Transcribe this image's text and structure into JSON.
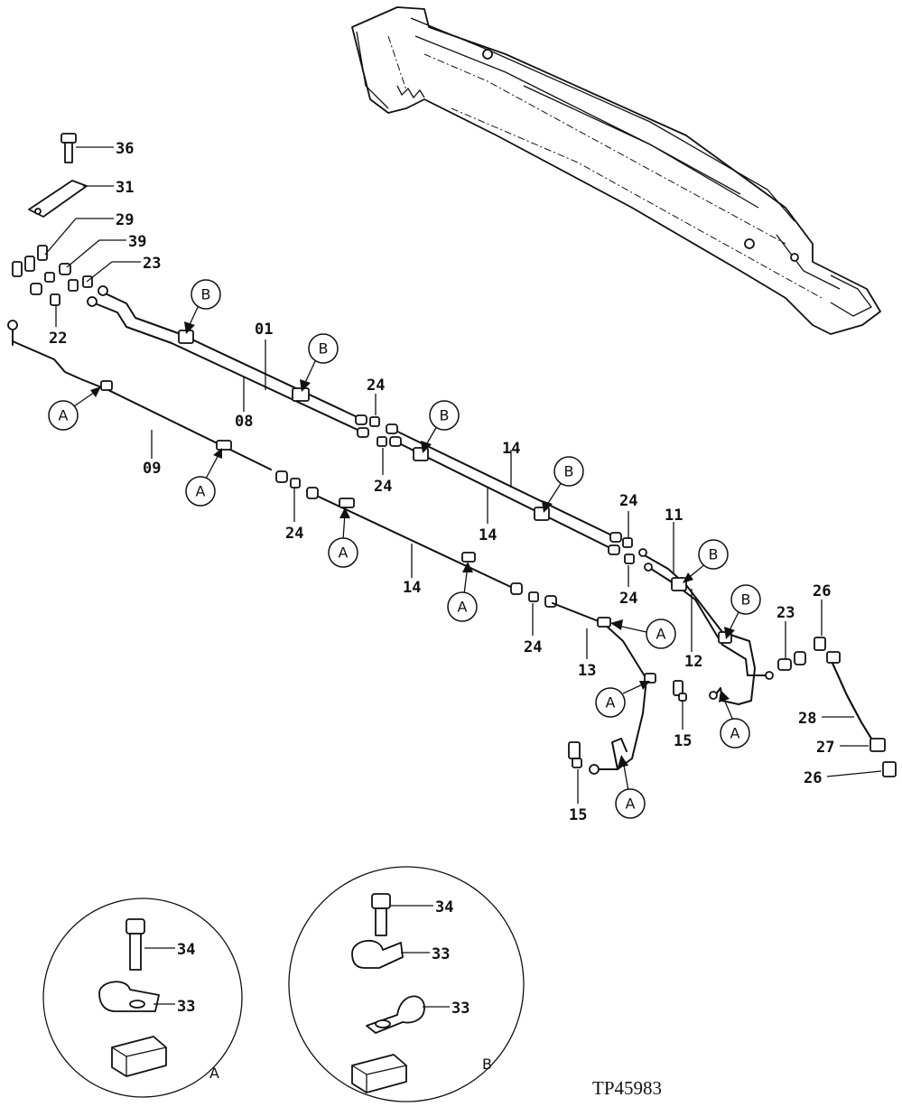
{
  "labels": {
    "p36": "36",
    "p31": "31",
    "p29": "29",
    "p39": "39",
    "p23a": "23",
    "p22": "22",
    "p01": "01",
    "p08": "08",
    "p09": "09",
    "p24a": "24",
    "p24b": "24",
    "p24c": "24",
    "p24d": "24",
    "p24e": "24",
    "p24f": "24",
    "p14a": "14",
    "p14b": "14",
    "p14c": "14",
    "p11": "11",
    "p12": "12",
    "p13": "13",
    "p15a": "15",
    "p15b": "15",
    "p23b": "23",
    "p26a": "26",
    "p26b": "26",
    "p28": "28",
    "p27": "27",
    "d34a": "34",
    "d33a": "33",
    "d34b": "34",
    "d33b": "33",
    "d33c": "33"
  },
  "callouts": {
    "A": "A",
    "B": "B"
  },
  "details": {
    "detail_a_letter": "A",
    "detail_b_letter": "B"
  },
  "drawing_ref": "TP45983"
}
